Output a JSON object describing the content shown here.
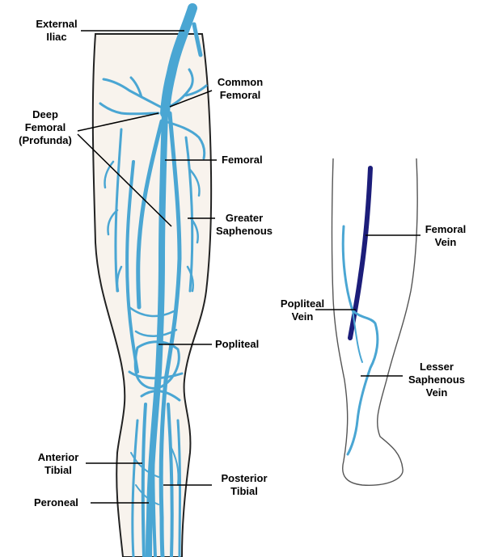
{
  "labels": {
    "external_iliac": "External\nIliac",
    "common_femoral": "Common\nFemoral",
    "deep_femoral": "Deep\nFemoral\n(Profunda)",
    "femoral": "Femoral",
    "greater_saphenous": "Greater\nSaphenous",
    "popliteal": "Popliteal",
    "anterior_tibial": "Anterior\nTibial",
    "peroneal": "Peroneal",
    "posterior_tibial": "Posterior\nTibial",
    "femoral_vein": "Femoral\nVein",
    "popliteal_vein": "Popliteal\nVein",
    "lesser_saphenous_vein": "Lesser\nSaphenous\nVein"
  },
  "colors": {
    "vein": "#4aa6d3",
    "vein_dark": "#2f86b8",
    "femoral_vein_dark": "#1c1d7a",
    "skin": "#f8f3ed",
    "outline": "#222222",
    "leader": "#000000"
  }
}
